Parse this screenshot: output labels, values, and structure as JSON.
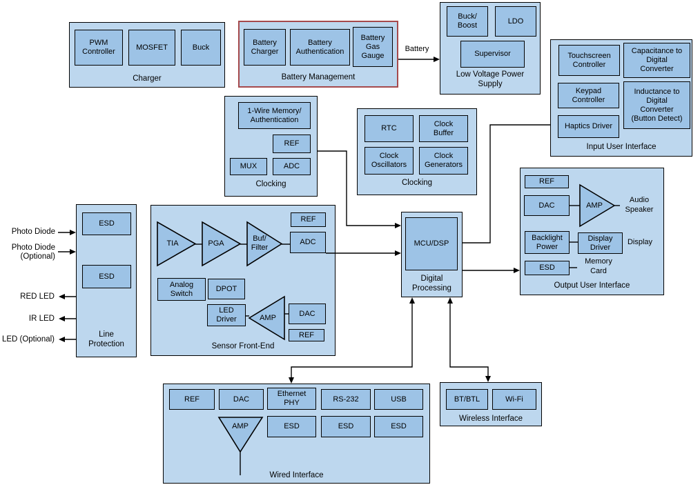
{
  "colors": {
    "group_fill": "#BDD7EE",
    "block_fill": "#9DC3E6",
    "line_color": "#000000",
    "battery_management_border": "#A5494B",
    "background": "#FFFFFF"
  },
  "groups": {
    "charger": {
      "title": "Charger",
      "pwm": "PWM\nController",
      "mosfet": "MOSFET",
      "buck": "Buck"
    },
    "battery_management": {
      "title": "Battery Management",
      "battery_charger": "Battery\nCharger",
      "battery_authentication": "Battery\nAuthentication",
      "battery_gas_gauge": "Battery\nGas\nGauge"
    },
    "low_voltage_power_supply": {
      "title": "Low Voltage Power\nSupply",
      "buck_boost": "Buck/\nBoost",
      "ldo": "LDO",
      "supervisor": "Supervisor"
    },
    "input_user_interface": {
      "title": "Input User Interface",
      "touchscreen_controller": "Touchscreen\nController",
      "capacitance_to_digital": "Capacitance to\nDigital\nConverter",
      "keypad_controller": "Keypad\nController",
      "inductance_to_digital": "Inductance to\nDigital\nConverter\n(Button Detect)",
      "haptics_driver": "Haptics Driver"
    },
    "clocking_memory": {
      "title": "Clocking",
      "one_wire": "1-Wire Memory/\nAuthentication",
      "ref": "REF",
      "mux": "MUX",
      "adc": "ADC"
    },
    "clocking": {
      "title": "Clocking",
      "rtc": "RTC",
      "clock_buffer": "Clock\nBuffer",
      "clock_oscillators": "Clock\nOscillators",
      "clock_generators": "Clock\nGenerators"
    },
    "sensor_front_end": {
      "title": "Sensor Front-End",
      "tia": "TIA",
      "pga": "PGA",
      "buf_filter": "Buf/\nFilter",
      "ref_top": "REF",
      "adc": "ADC",
      "analog_switch": "Analog\nSwitch",
      "dpot": "DPOT",
      "led_driver": "LED\nDriver",
      "amp": "AMP",
      "dac": "DAC",
      "ref_bottom": "REF"
    },
    "line_protection": {
      "title": "Line\nProtection",
      "esd_top": "ESD",
      "esd_bottom": "ESD"
    },
    "digital_processing": {
      "title": "Digital\nProcessing",
      "mcu_dsp": "MCU/DSP"
    },
    "output_user_interface": {
      "title": "Output User Interface",
      "ref": "REF",
      "dac": "DAC",
      "amp": "AMP",
      "audio_speaker": "Audio\nSpeaker",
      "backlight_power": "Backlight\nPower",
      "display_driver": "Display\nDriver",
      "display": "Display",
      "esd": "ESD",
      "memory_card": "Memory\nCard"
    },
    "wired_interface": {
      "title": "Wired Interface",
      "ref": "REF",
      "dac": "DAC",
      "ethernet_phy": "Ethernet\nPHY",
      "rs232": "RS-232",
      "usb": "USB",
      "amp": "AMP",
      "esd1": "ESD",
      "esd2": "ESD",
      "esd3": "ESD"
    },
    "wireless_interface": {
      "title": "Wireless Interface",
      "bt_btl": "BT/BTL",
      "wifi": "Wi-Fi"
    }
  },
  "external_labels": {
    "battery": "Battery",
    "photo_diode": "Photo Diode",
    "photo_diode_optional": "Photo Diode\n(Optional)",
    "red_led": "RED LED",
    "ir_led": "IR LED",
    "led_optional": "LED (Optional)"
  }
}
